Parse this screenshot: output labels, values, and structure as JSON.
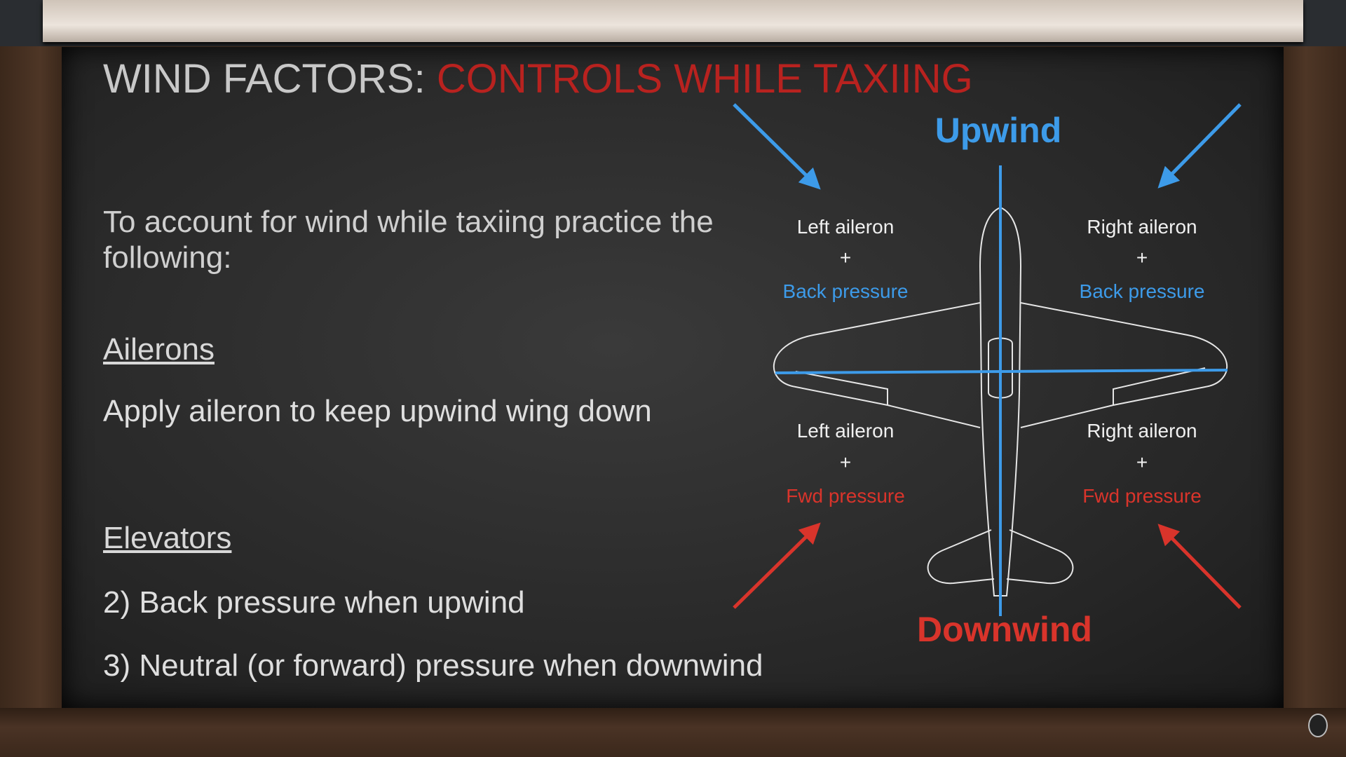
{
  "title": {
    "prefix": "WIND FACTORS:",
    "highlight": "CONTROLS WHILE TAXIING"
  },
  "intro": "To account for wind while taxiing practice the following:",
  "sections": [
    {
      "heading": "Ailerons",
      "lines": [
        "Apply aileron to keep upwind wing down"
      ]
    },
    {
      "heading": "Elevators",
      "lines": [
        "2) Back pressure when upwind",
        "3) Neutral (or forward) pressure when downwind"
      ]
    }
  ],
  "diagram": {
    "upwind": "Upwind",
    "downwind": "Downwind",
    "quadrants": {
      "top_left": {
        "aileron": "Left aileron",
        "plus": "+",
        "pressure": "Back pressure"
      },
      "top_right": {
        "aileron": "Right aileron",
        "plus": "+",
        "pressure": "Back pressure"
      },
      "bottom_left": {
        "aileron": "Left aileron",
        "plus": "+",
        "pressure": "Fwd pressure"
      },
      "bottom_right": {
        "aileron": "Right aileron",
        "plus": "+",
        "pressure": "Fwd pressure"
      }
    }
  },
  "colors": {
    "blue": "#3d9be9",
    "red": "#d9342b",
    "title_red": "#b8221f"
  }
}
